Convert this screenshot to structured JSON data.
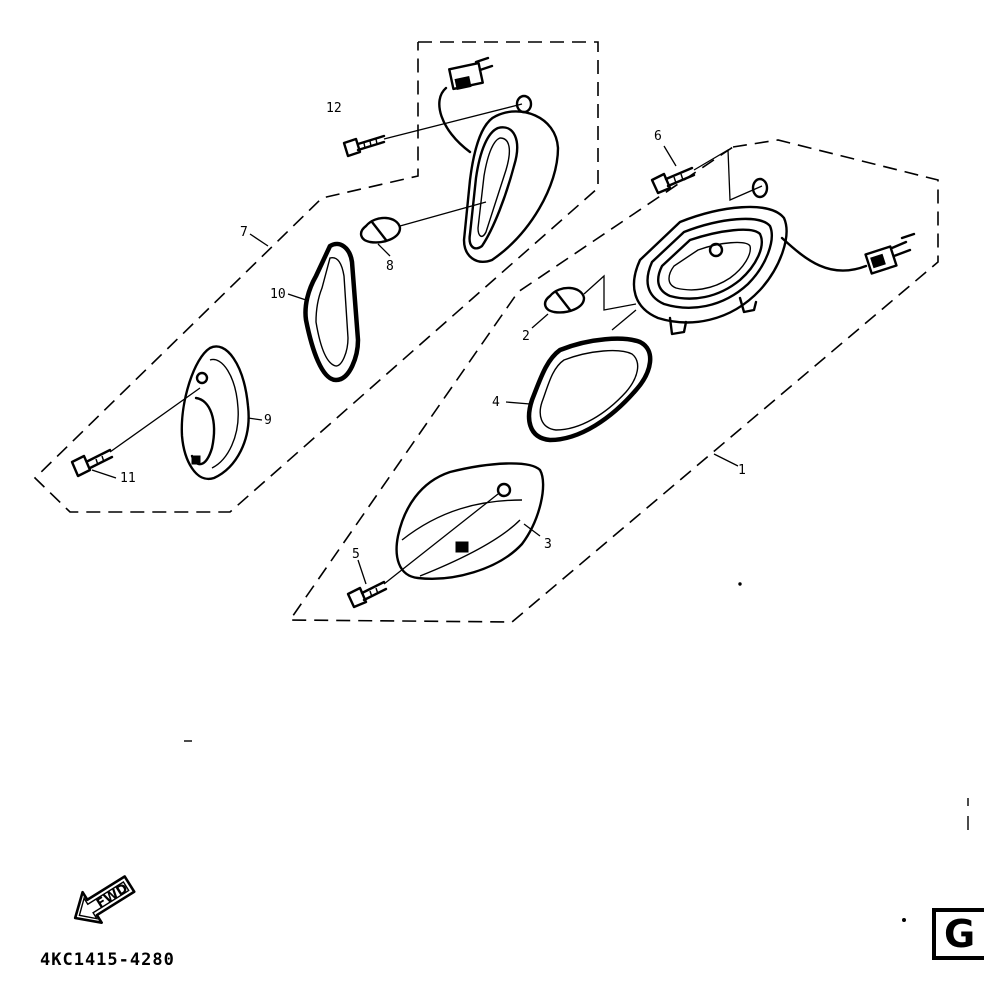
{
  "diagram": {
    "callouts": [
      "1",
      "2",
      "3",
      "4",
      "5",
      "6",
      "7",
      "8",
      "9",
      "10",
      "11",
      "12"
    ],
    "fwd_arrow_text": "FWD",
    "part_code": "4KC1415-4280",
    "section_letter": "G"
  }
}
